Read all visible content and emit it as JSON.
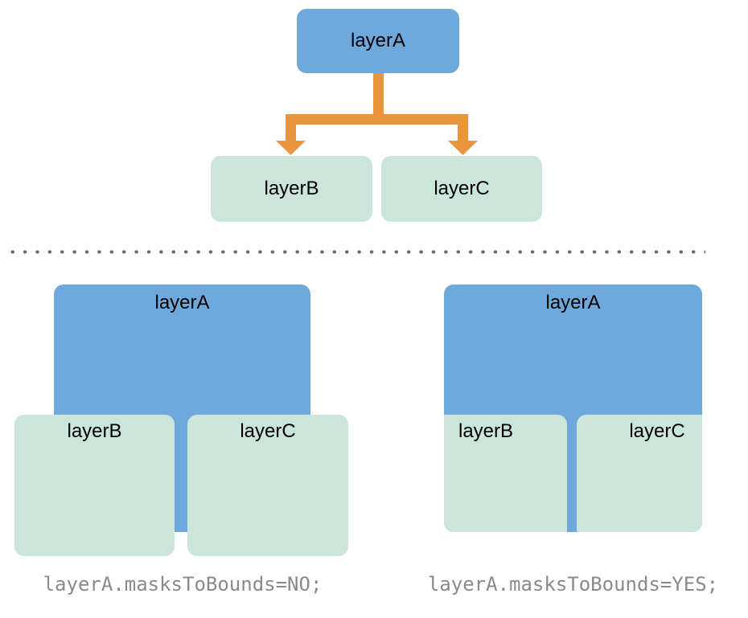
{
  "tree": {
    "parent_label": "layerA",
    "child_b_label": "layerB",
    "child_c_label": "layerC"
  },
  "panels": [
    {
      "layer_a_label": "layerA",
      "layer_b_label": "layerB",
      "layer_c_label": "layerC",
      "caption": "layerA.masksToBounds=NO;"
    },
    {
      "layer_a_label": "layerA",
      "layer_b_label": "layerB",
      "layer_c_label": "layerC",
      "caption": "layerA.masksToBounds=YES;"
    }
  ],
  "colors": {
    "layer_a_blue": "#6FA9DC",
    "child_mint": "#CBE5DB",
    "arrow_orange": "#E8953C",
    "caption_gray": "#8A8A8A",
    "divider_dot_gray": "#6A6A6A",
    "label_black": "#000000",
    "background": "#FFFFFF"
  }
}
